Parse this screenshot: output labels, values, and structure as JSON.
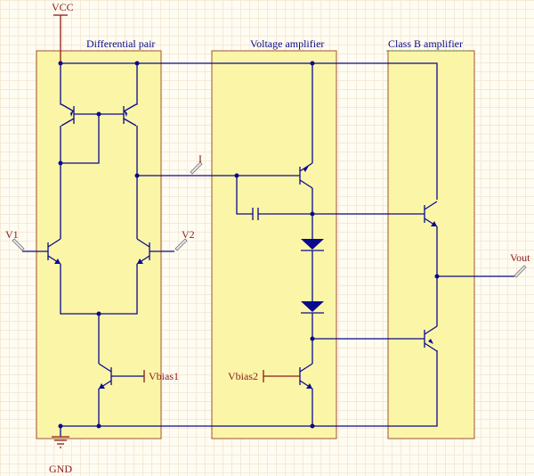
{
  "blocks": {
    "diff_pair": "Differential pair",
    "voltage_amp": "Voltage amplifier",
    "class_b": "Class B amplifier"
  },
  "power": {
    "vcc": "VCC",
    "gnd": "GND"
  },
  "nets": {
    "v1": "V1",
    "v2": "V2",
    "current": "I",
    "vbias1": "Vbias1",
    "vbias2": "Vbias2",
    "vout": "Vout"
  },
  "colors": {
    "wire": "#0a0a8c",
    "power": "#8b1a1a",
    "block_fill": "#fbf5a8",
    "block_border": "#a0522d"
  }
}
